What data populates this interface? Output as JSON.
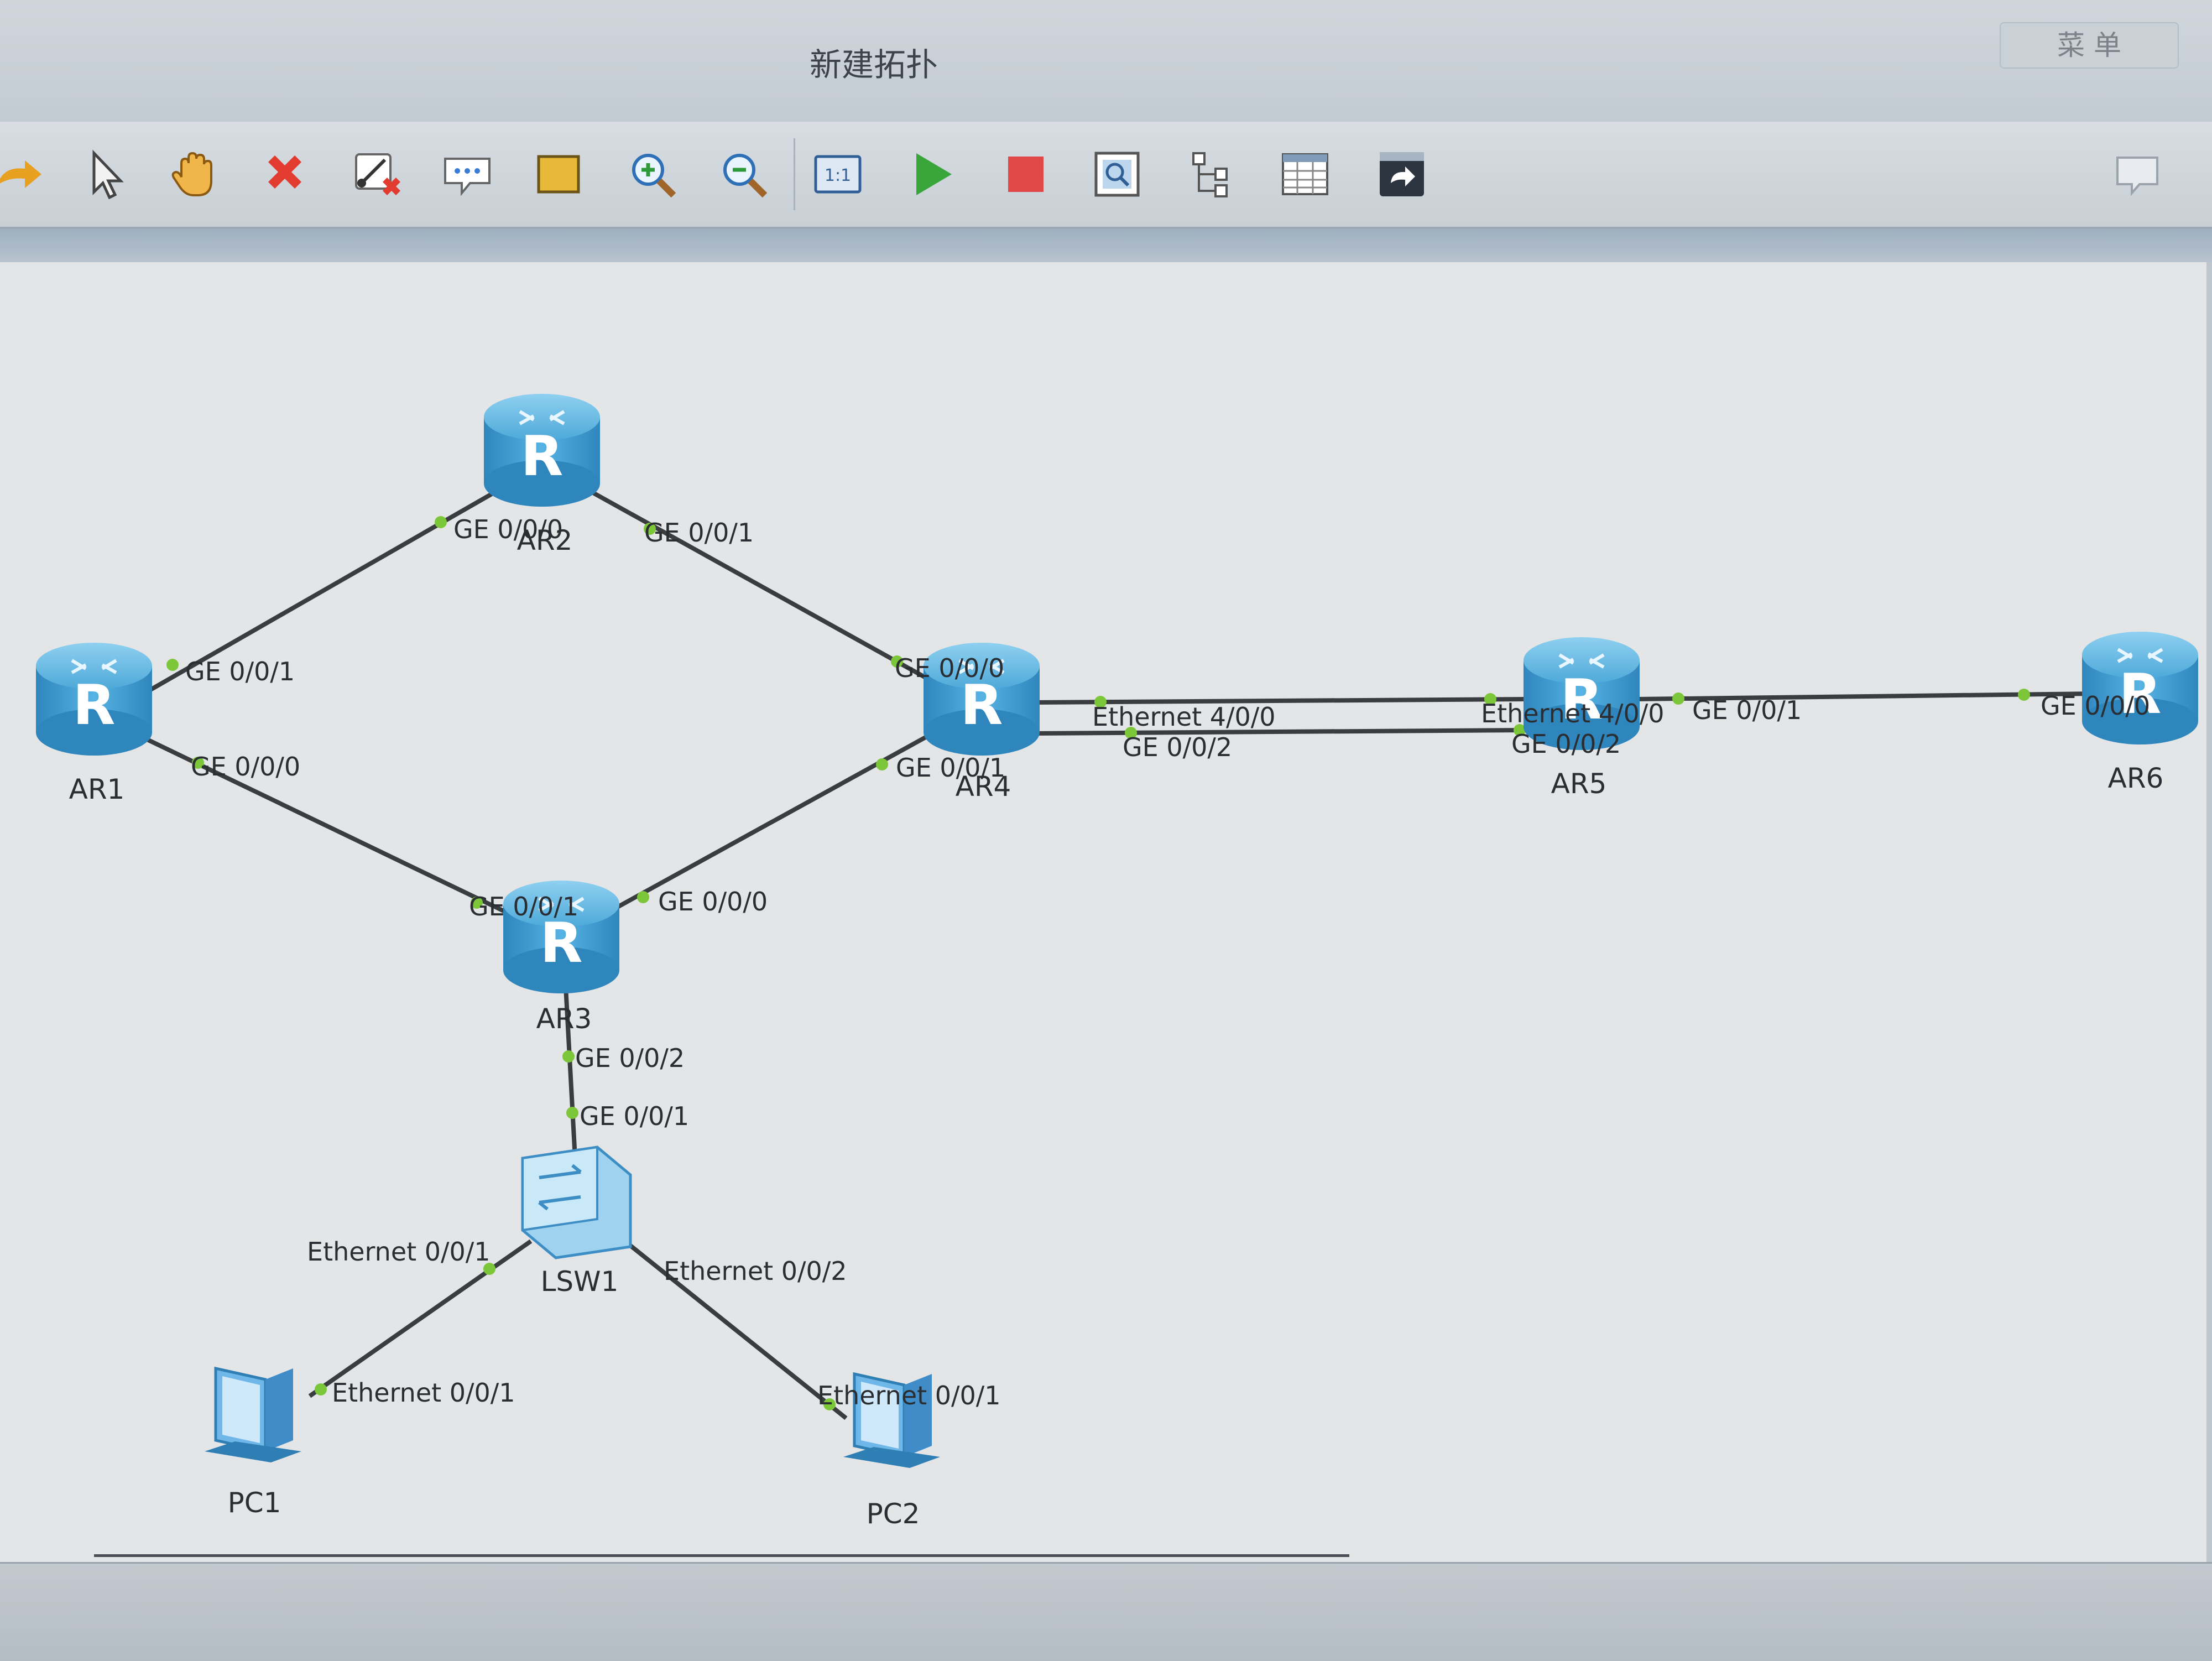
{
  "window": {
    "title": "新建拓扑",
    "menu_label": "菜 单"
  },
  "toolbar": {
    "items": [
      {
        "name": "redo-button",
        "icon": "redo-arrow-icon"
      },
      {
        "name": "select-button",
        "icon": "pointer-icon"
      },
      {
        "name": "pan-button",
        "icon": "hand-icon"
      },
      {
        "name": "delete-button",
        "icon": "red-x-icon"
      },
      {
        "name": "delete-link-button",
        "icon": "link-delete-icon"
      },
      {
        "name": "text-button",
        "icon": "speech-bubble-icon"
      },
      {
        "name": "rectangle-button",
        "icon": "rectangle-icon"
      },
      {
        "name": "zoom-in-button",
        "icon": "zoom-in-icon"
      },
      {
        "name": "zoom-out-button",
        "icon": "zoom-out-icon"
      },
      {
        "name": "fit-button",
        "icon": "one-to-one-icon"
      },
      {
        "name": "start-button",
        "icon": "play-icon"
      },
      {
        "name": "stop-button",
        "icon": "stop-icon"
      },
      {
        "name": "capture-button",
        "icon": "capture-icon"
      },
      {
        "name": "topology-button",
        "icon": "tree-icon"
      },
      {
        "name": "table-button",
        "icon": "table-icon"
      },
      {
        "name": "cli-button",
        "icon": "console-icon"
      }
    ]
  },
  "devices": {
    "AR1": "AR1",
    "AR2": "AR2",
    "AR3": "AR3",
    "AR4": "AR4",
    "AR5": "AR5",
    "AR6": "AR6",
    "LSW1": "LSW1",
    "PC1": "PC1",
    "PC2": "PC2"
  },
  "ports": {
    "ar2_ge000": "GE 0/0/0",
    "ar2_ge001": "GE 0/0/1",
    "ar1_ge001": "GE 0/0/1",
    "ar1_ge000": "GE 0/0/0",
    "ar4_ge000": "GE 0/0/0",
    "ar4_ge001": "GE 0/0/1",
    "ar4_eth400": "Ethernet 4/0/0",
    "ar4_ge002": "GE 0/0/2",
    "ar5_eth400": "Ethernet 4/0/0",
    "ar5_ge002": "GE 0/0/2",
    "ar5_ge001": "GE 0/0/1",
    "ar6_ge000": "GE 0/0/0",
    "ar3_ge001": "GE 0/0/1",
    "ar3_ge000": "GE 0/0/0",
    "ar3_ge002": "GE 0/0/2",
    "lsw1_ge001": "GE 0/0/1",
    "lsw1_eth001": "Ethernet 0/0/1",
    "lsw1_eth002": "Ethernet 0/0/2",
    "pc1_eth001": "Ethernet 0/0/1",
    "pc2_eth001": "Ethernet 0/0/1"
  },
  "colors": {
    "router": "#4ea9d9",
    "link": "#3a3d40",
    "port_dot": "#7cc63a",
    "play": "#3aa53a",
    "stop": "#e04848",
    "delete": "#e23b2f"
  }
}
